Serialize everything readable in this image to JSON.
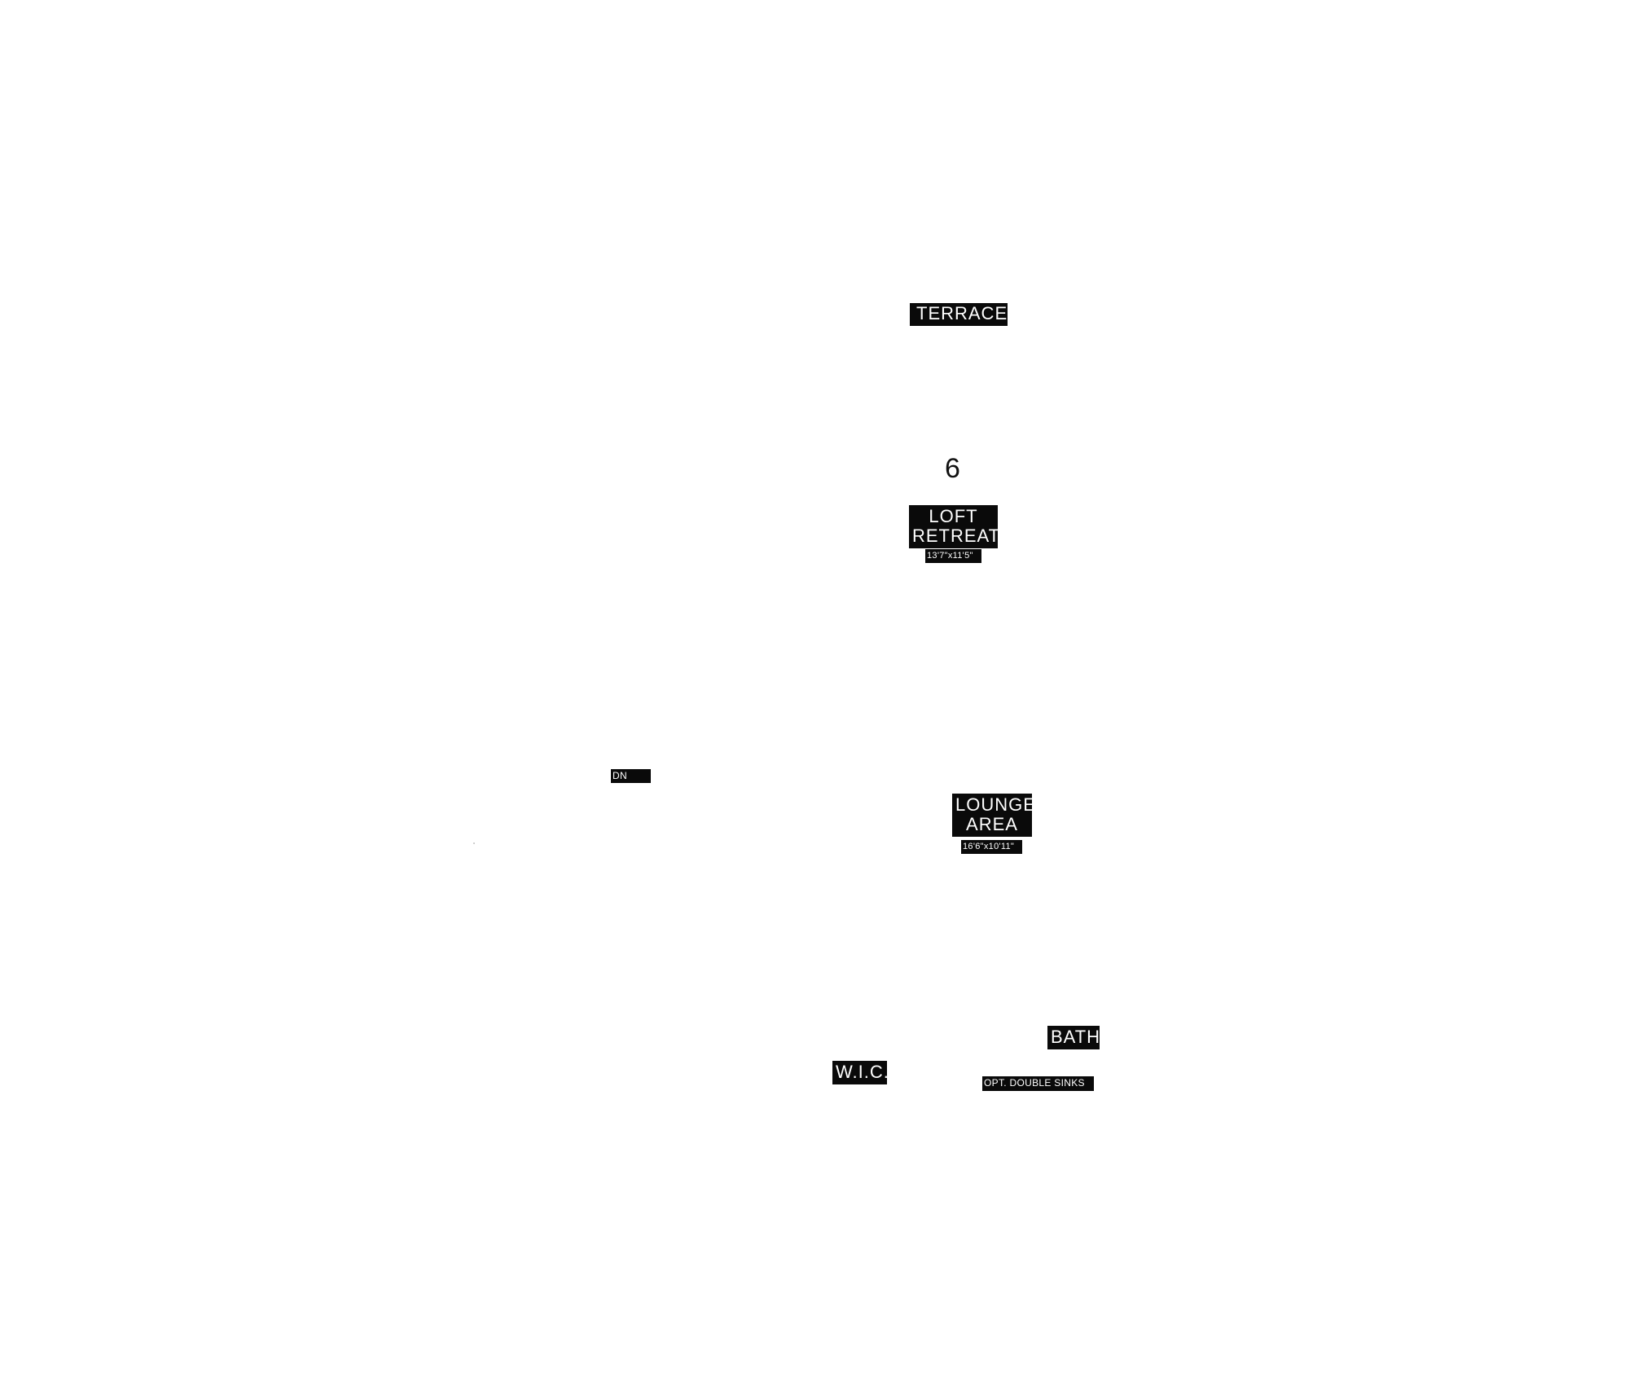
{
  "labels": {
    "terrace": "TERRACE",
    "number": "6",
    "loft_retreat": {
      "line1": "LOFT",
      "line2": "RETREAT",
      "dimensions": "13'7\"x11'5\""
    },
    "dn": "DN",
    "lounge_area": {
      "line1": "LOUNGE",
      "line2": "AREA",
      "dimensions": "16'6\"x10'11\""
    },
    "bath": "BATH",
    "wic": "W.I.C.",
    "opt_double_sinks": "OPT. DOUBLE SINKS"
  },
  "colors": {
    "background": "#ffffff",
    "label_fill": "#0a0a0a",
    "label_text": "#ffffff"
  }
}
